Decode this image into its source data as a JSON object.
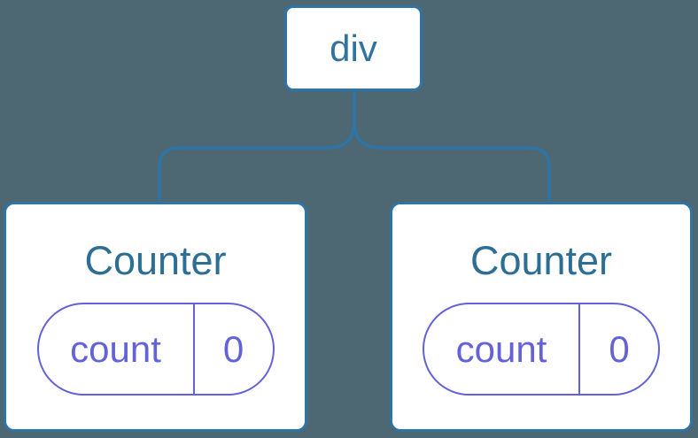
{
  "diagram": {
    "root": {
      "label": "div"
    },
    "children": [
      {
        "title": "Counter",
        "state": {
          "key": "count",
          "value": "0"
        }
      },
      {
        "title": "Counter",
        "state": {
          "key": "count",
          "value": "0"
        }
      }
    ]
  },
  "colors": {
    "background": "#4D6773",
    "line_blue": "#2E74A6",
    "node_text_blue": "#31739F",
    "component_text_blue": "#2D6E94",
    "state_indigo": "#6362D8",
    "card_background": "#FFFFFF"
  }
}
